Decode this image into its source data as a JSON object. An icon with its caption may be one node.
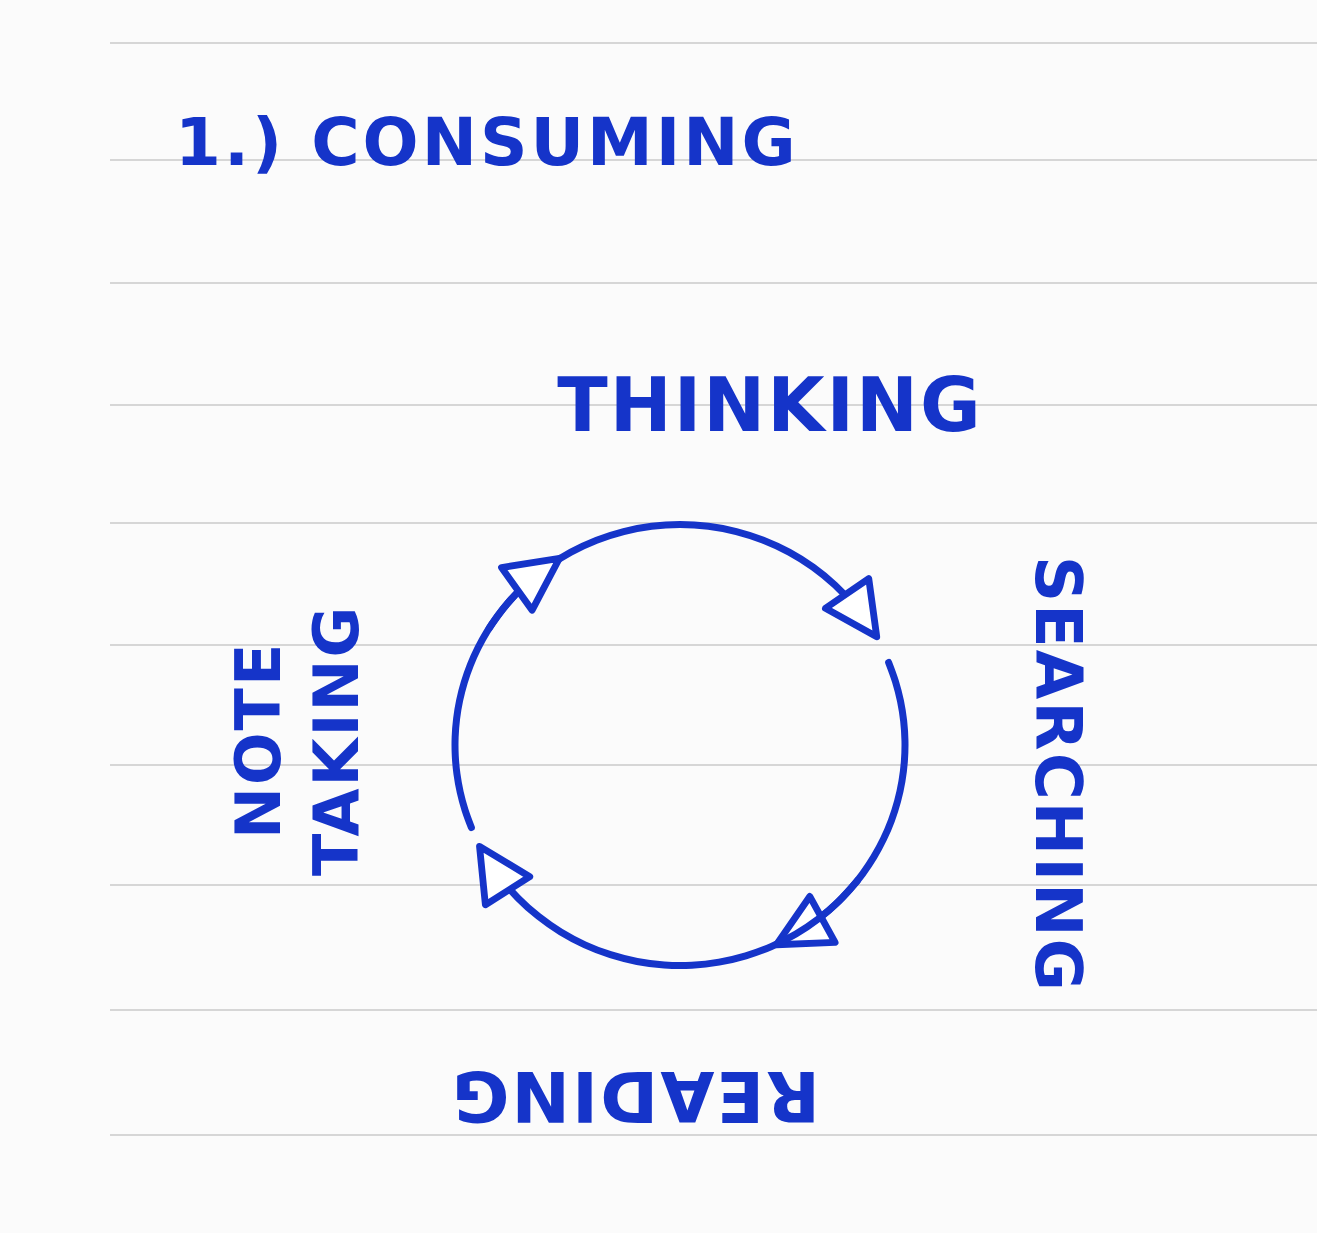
{
  "diagram": {
    "title": "1.) CONSUMING",
    "nodes": [
      {
        "text": [
          "THINKING"
        ]
      },
      {
        "text": [
          "SEARCHING"
        ]
      },
      {
        "text": [
          "READING"
        ]
      },
      {
        "text": [
          "NOTE TAKING"
        ]
      }
    ]
  }
}
